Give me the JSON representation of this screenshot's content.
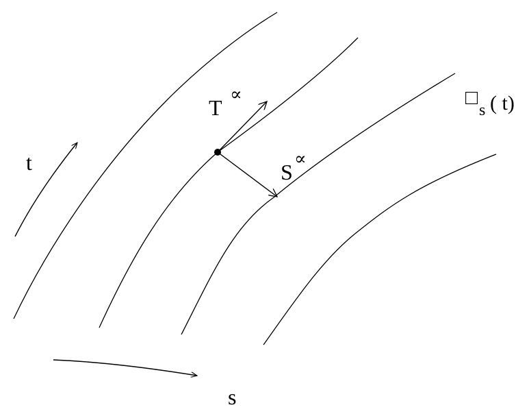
{
  "labels": {
    "t": "t",
    "s": "s",
    "T": "T",
    "T_sup": "∝",
    "S": "S",
    "S_sup": "∝",
    "curve_box": "□",
    "curve_sub": "s",
    "curve_paren": "( t)"
  },
  "colors": {
    "stroke": "#000000",
    "background": "#ffffff"
  }
}
